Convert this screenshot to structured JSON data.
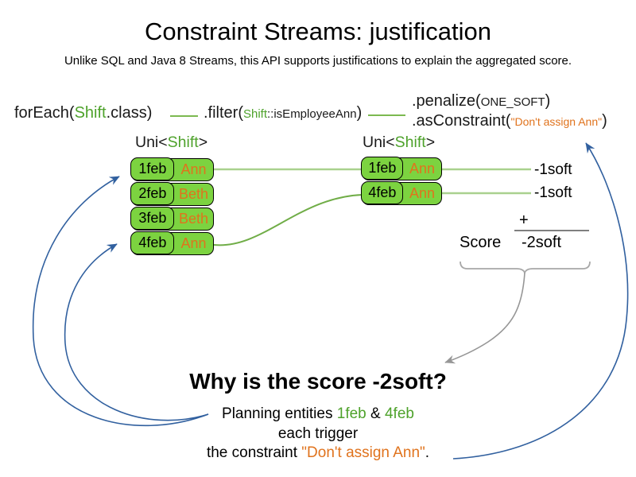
{
  "slide": {
    "title": "Constraint Streams: justification",
    "subtitle": "Unlike SQL and Java 8 Streams, this API supports justifications to explain the aggregated score."
  },
  "code": {
    "foreach": {
      "pre": "forEach(",
      "cls": "Shift",
      "post": ".class)"
    },
    "filter": {
      "pre": ".filter(",
      "cls": "Shift",
      "method": "::isEmployeeAnn",
      "post": ")"
    },
    "penalize": {
      "pre": ".penalize(",
      "arg": "ONE_SOFT",
      "post": ")"
    },
    "asconstraint": {
      "pre": ".asConstraint(",
      "arg": "\"Don't assign Ann\"",
      "post": ")"
    }
  },
  "uni": {
    "pre": "Uni<",
    "cls": "Shift",
    "post": ">"
  },
  "left_table": {
    "rows": [
      {
        "date": "1feb",
        "employee": "Ann"
      },
      {
        "date": "2feb",
        "employee": "Beth"
      },
      {
        "date": "3feb",
        "employee": "Beth"
      },
      {
        "date": "4feb",
        "employee": "Ann"
      }
    ]
  },
  "right_table": {
    "rows": [
      {
        "date": "1feb",
        "employee": "Ann"
      },
      {
        "date": "4feb",
        "employee": "Ann"
      }
    ]
  },
  "scoring": {
    "row_scores": [
      "-1soft",
      "-1soft"
    ],
    "plus": "+",
    "score_label": "Score",
    "total": "-2soft"
  },
  "why": {
    "heading": "Why is the score -2soft?",
    "line1_pre": "Planning entities ",
    "line1_entity1": "1feb",
    "line1_mid": " & ",
    "line1_entity2": "4feb",
    "line2": "each trigger",
    "line3_pre": "the constraint ",
    "line3_constraint": "\"Don't assign Ann\"",
    "line3_post": "."
  },
  "colors": {
    "green_fill": "#7CD340",
    "green_text": "#4EA22B",
    "orange_text": "#E0731D",
    "blue_arrow": "#31609F",
    "line_light_green": "#A9D18E",
    "line_mid_green": "#70AD47",
    "code_dash_green": "#7CB950",
    "sum_gray": "#7F7F7F",
    "bracket_gray": "#A8A8A8",
    "arrow_gray": "#969696"
  }
}
